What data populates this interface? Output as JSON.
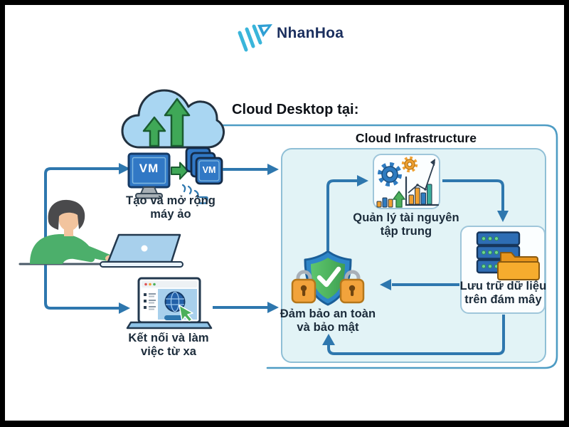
{
  "logo": {
    "text": "NhanHoa",
    "text_color": "#1b2f5e",
    "icon_color": "#3ab5da"
  },
  "header": {
    "cloud_desktop_label": "Cloud Desktop tại:"
  },
  "infrastructure": {
    "title": "Cloud Infrastructure",
    "nodes": {
      "management": {
        "line1": "Quản lý tài nguyên",
        "line2": "tập trung"
      },
      "storage": {
        "line1": "Lưu trữ dữ liệu",
        "line2": "trên đám mây"
      },
      "security": {
        "line1": "Đảm bảo an toàn",
        "line2": "và bảo mật"
      }
    }
  },
  "flow": {
    "vm_creation": {
      "line1": "Tạo và mở rộng",
      "line2": "máy ảo",
      "monitor_label": "VM",
      "stack_label": "VM"
    },
    "remote_work": {
      "line1": "Kết nối và làm",
      "line2": "việc từ xa"
    }
  },
  "colors": {
    "arrow_blue": "#2e77ae",
    "bracket_blue": "#4e9cc4",
    "infra_box_fill": "#e2f3f6",
    "infra_box_border": "#8fbfd6",
    "cloud_fill": "#a9d6f2",
    "green": "#3fa857",
    "orange": "#f2a33c",
    "vm_blue": "#3178c5",
    "server_blue": "#2e6db4",
    "frame_black": "#000000"
  }
}
